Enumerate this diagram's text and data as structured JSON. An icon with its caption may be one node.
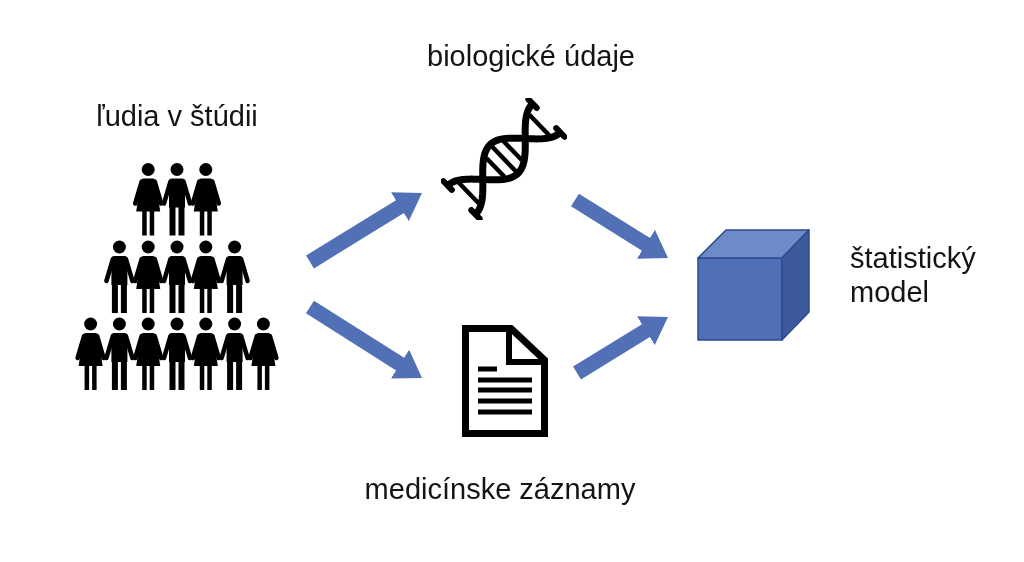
{
  "diagram": {
    "nodes": [
      {
        "text": [],
        "shape": "picture",
        "beside": [
          "ľudia v štúdii"
        ]
      },
      {
        "text": [],
        "shape": "picture",
        "beside": [
          "biologické údaje"
        ]
      },
      {
        "text": [],
        "shape": "picture",
        "beside": [
          "medicínske záznamy"
        ]
      },
      {
        "text": [],
        "shape": "cube",
        "beside": [
          "štatistický model"
        ]
      }
    ],
    "edges": [
      {
        "from": 0,
        "to": 1,
        "arrow": "to"
      },
      {
        "from": 0,
        "to": 2,
        "arrow": "to"
      },
      {
        "from": 1,
        "to": 3,
        "arrow": "to"
      },
      {
        "from": 2,
        "to": 3,
        "arrow": "to"
      }
    ]
  }
}
